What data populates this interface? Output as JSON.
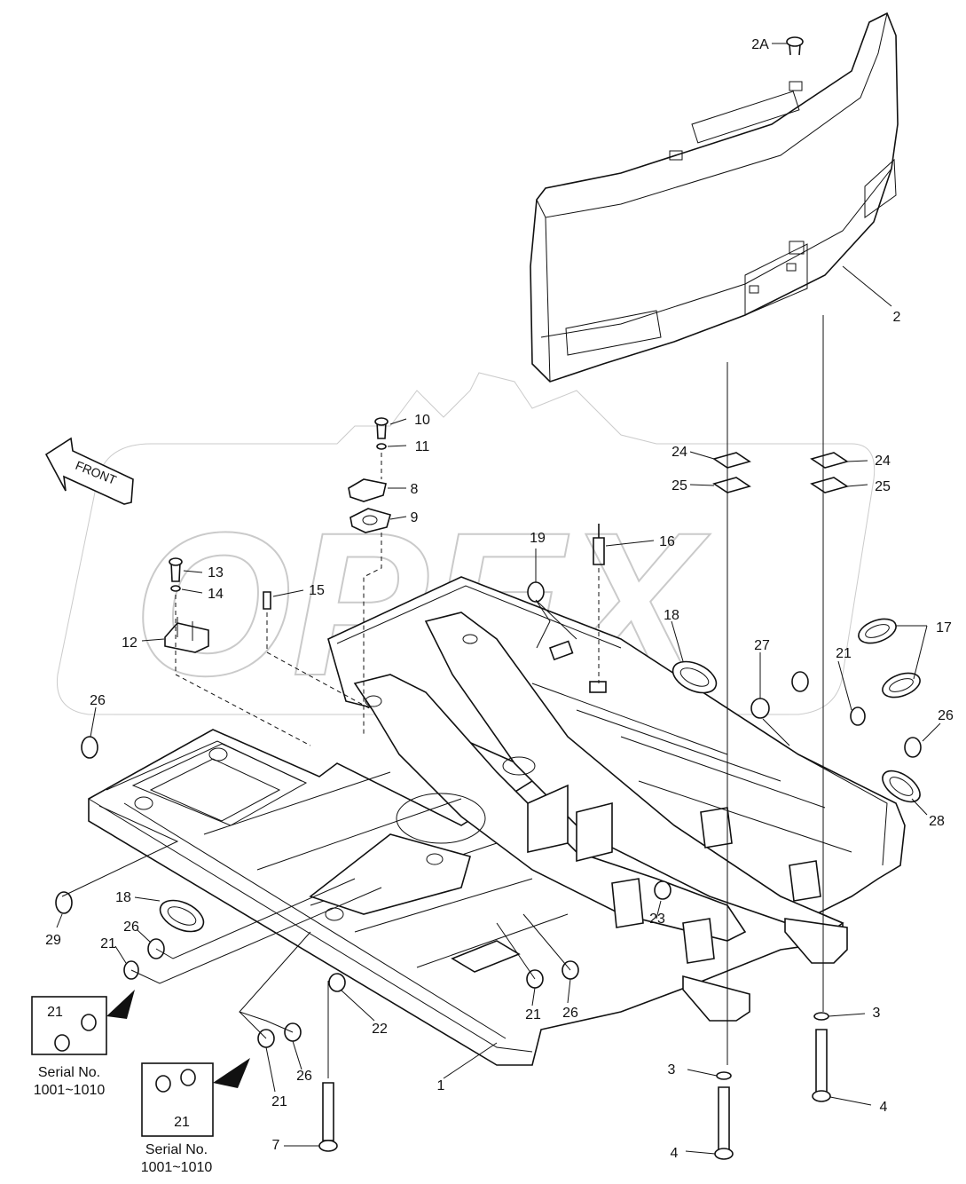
{
  "diagram": {
    "front_label": "FRONT",
    "watermark": "OPEX",
    "callouts": {
      "c1": "1",
      "c2": "2",
      "c2a": "2A",
      "c3a": "3",
      "c3b": "3",
      "c4a": "4",
      "c4b": "4",
      "c7": "7",
      "c8": "8",
      "c9": "9",
      "c10": "10",
      "c11": "11",
      "c12": "12",
      "c13": "13",
      "c14": "14",
      "c15": "15",
      "c16": "16",
      "c17": "17",
      "c18a": "18",
      "c18b": "18",
      "c19": "19",
      "c21a": "21",
      "c21b": "21",
      "c21c": "21",
      "c21d": "21",
      "c21e": "21",
      "c21f": "21",
      "c22": "22",
      "c23": "23",
      "c24a": "24",
      "c24b": "24",
      "c25a": "25",
      "c25b": "25",
      "c26a": "26",
      "c26b": "26",
      "c26c": "26",
      "c26d": "26",
      "c27": "27",
      "c28": "28",
      "c29": "29"
    },
    "serial_boxes": [
      {
        "title": "Serial No.",
        "range": "1001~1010"
      },
      {
        "title": "Serial No.",
        "range": "1001~1010"
      }
    ]
  }
}
